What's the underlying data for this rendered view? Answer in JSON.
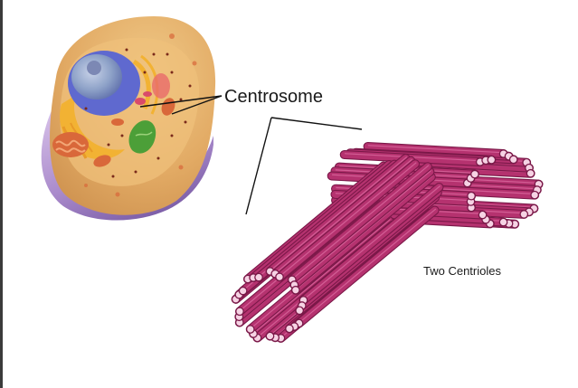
{
  "labels": {
    "centrosome": "Centrosome",
    "centrioles": "Two Centrioles"
  },
  "colors": {
    "tube": "#b5326f",
    "tube_dark": "#7a1848",
    "tube_light": "#e071a6",
    "tube_end_fill": "#f6d3e4",
    "cytoplasm": "#e2aa64",
    "membrane_purple": "#b295d2",
    "nucleus": "#5f69cf",
    "golgi": "#f2b233",
    "chloroplast_green": "#4c9f38",
    "mitochondria": "#e3784a",
    "leader_line": "#111111"
  },
  "icons": {
    "cell": "animal-cell-illustration",
    "centrioles": "centriole-pair-illustration"
  }
}
